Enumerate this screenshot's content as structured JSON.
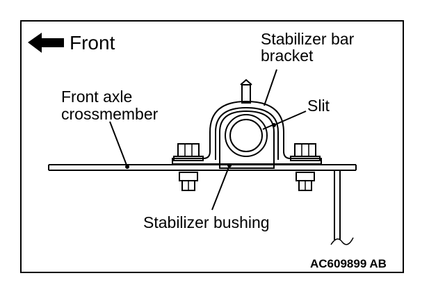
{
  "direction_label": "Front",
  "labels": {
    "bracket_line1": "Stabilizer bar",
    "bracket_line2": "bracket",
    "slit": "Slit",
    "crossmember_line1": "Front axle",
    "crossmember_line2": "crossmember",
    "bushing": "Stabilizer bushing"
  },
  "figure_code": "AC609899 AB"
}
